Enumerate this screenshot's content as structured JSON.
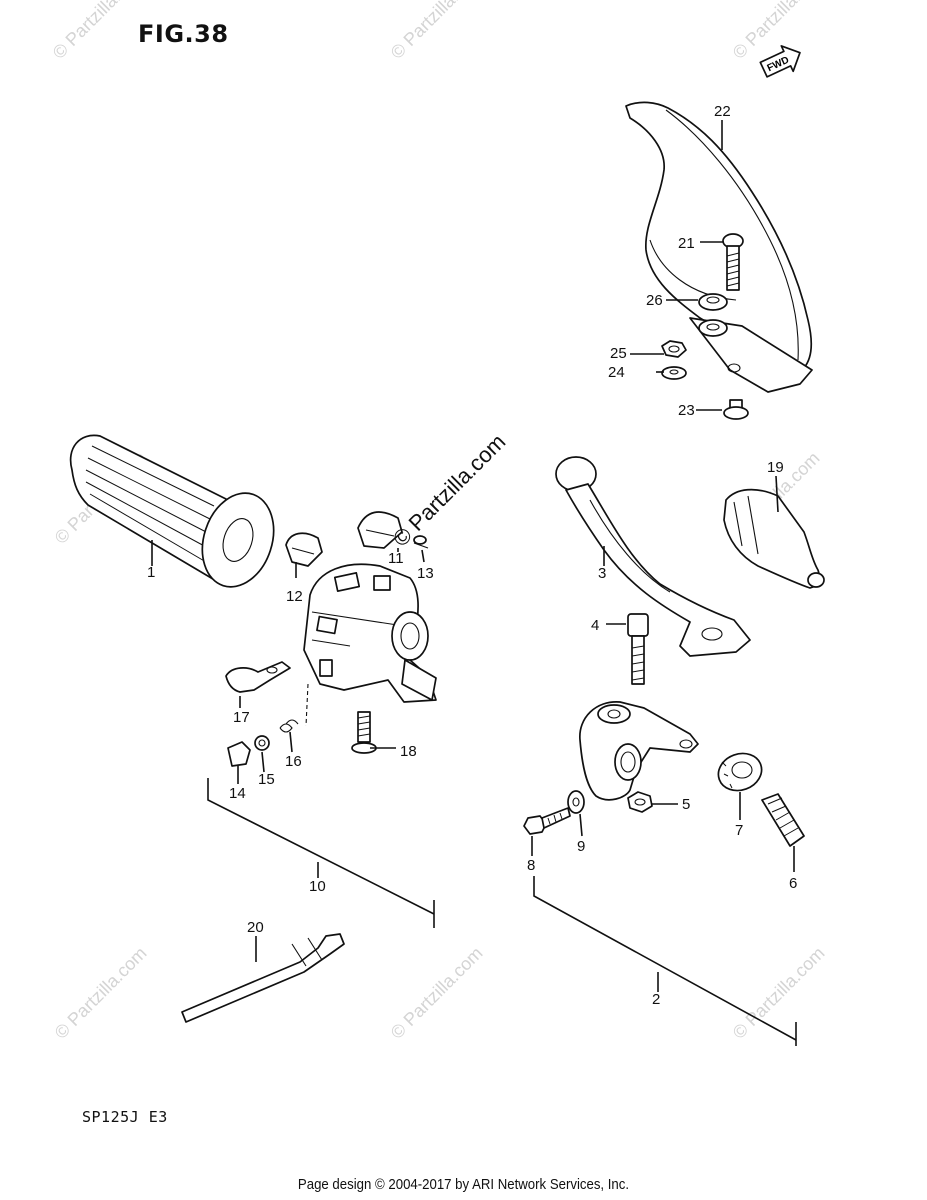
{
  "figure": {
    "title": "FIG.38",
    "model": "SP125J  E3",
    "footer": "Page design © 2004-2017 by ARI Network Services, Inc.",
    "fwd_label": "FWD"
  },
  "watermark": {
    "text": "© Partzilla.com",
    "main_text": "© Partzilla.com"
  },
  "callouts": {
    "c1": "1",
    "c2": "2",
    "c3": "3",
    "c4": "4",
    "c5": "5",
    "c6": "6",
    "c7": "7",
    "c8": "8",
    "c9": "9",
    "c10": "10",
    "c11": "11",
    "c12": "12",
    "c13": "13",
    "c14": "14",
    "c15": "15",
    "c16": "16",
    "c17": "17",
    "c18": "18",
    "c19": "19",
    "c20": "20",
    "c21": "21",
    "c22": "22",
    "c23": "23",
    "c24": "24",
    "c25": "25",
    "c26": "26"
  }
}
